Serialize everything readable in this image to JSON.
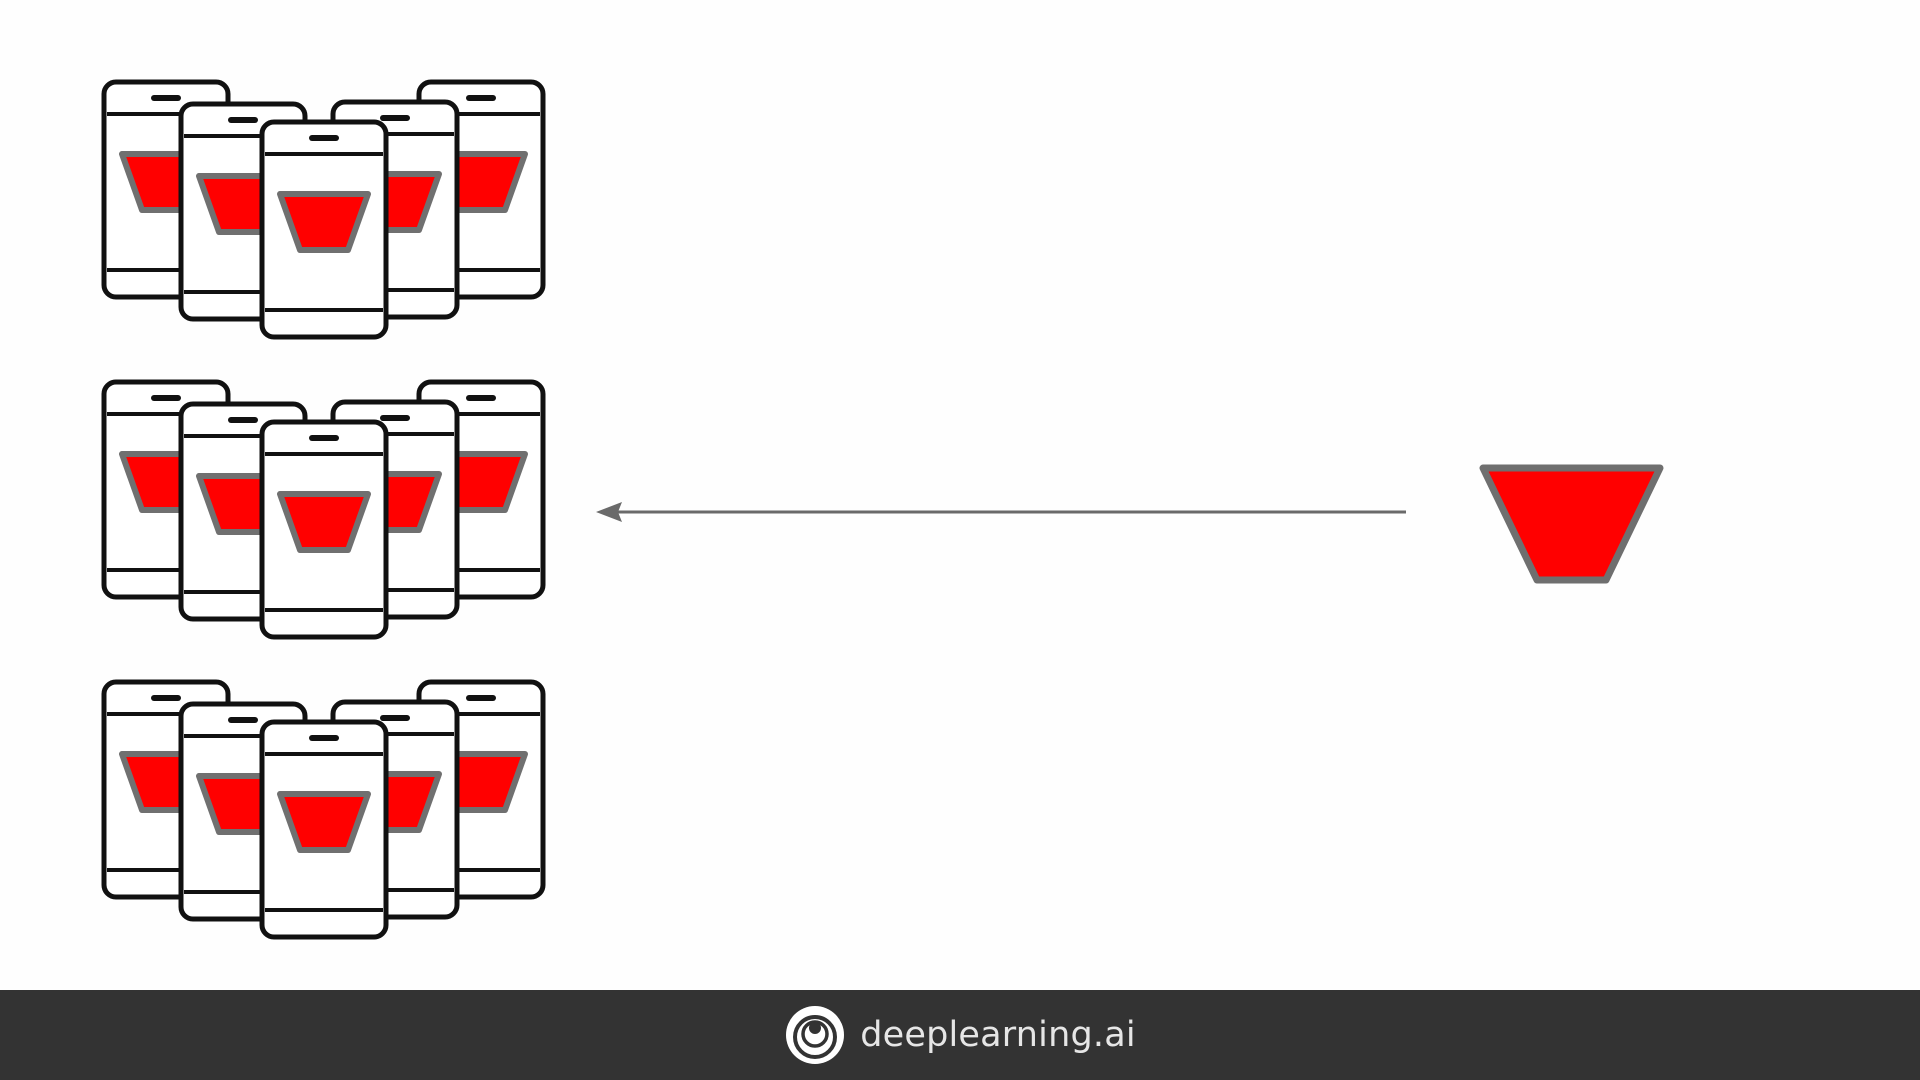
{
  "diagram": {
    "phone_groups": [
      {
        "phones": 5
      },
      {
        "phones": 5
      },
      {
        "phones": 5
      }
    ],
    "arrow_direction": "right-to-left",
    "source_icon": "red-trapezoid-model-icon",
    "device_icon": "smartphone-icon"
  },
  "footer": {
    "brand_text": "deeplearning.ai",
    "logo_icon": "deeplearning-ai-logo-icon"
  },
  "colors": {
    "model_fill": "#ff0000",
    "model_stroke": "#707070",
    "phone_stroke": "#111111",
    "arrow": "#6a6a6a",
    "footer_bg": "#333333",
    "footer_text": "#e6e6e6"
  }
}
